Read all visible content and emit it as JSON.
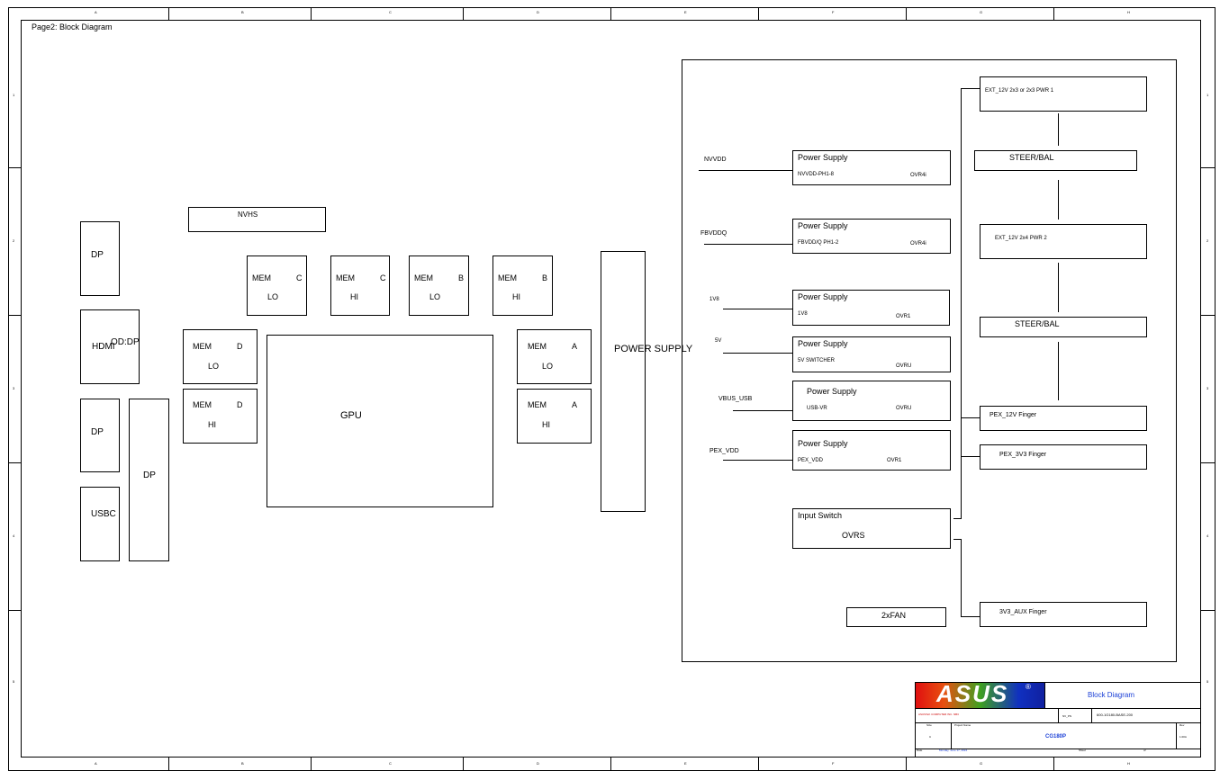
{
  "page_title": "Page2: Block Diagram",
  "frame": {
    "col_labels": [
      "A",
      "B",
      "C",
      "D",
      "E",
      "F",
      "G",
      "H"
    ],
    "row_labels": [
      "1",
      "2",
      "3",
      "4",
      "5"
    ]
  },
  "left": {
    "dp1": "DP",
    "hdmi": "HDMI",
    "od_dp": "OD:DP",
    "dp2": "DP",
    "dp3": "DP",
    "usbc": "USBC",
    "nvhs": "NVHS",
    "gpu": "GPU",
    "power_supply": "POWER SUPPLY",
    "mem": {
      "c_lo": {
        "m": "MEM",
        "ch": "C",
        "lvl": "LO"
      },
      "c_hi": {
        "m": "MEM",
        "ch": "C",
        "lvl": "HI"
      },
      "b_lo": {
        "m": "MEM",
        "ch": "B",
        "lvl": "LO"
      },
      "b_hi": {
        "m": "MEM",
        "ch": "B",
        "lvl": "HI"
      },
      "d_lo": {
        "m": "MEM",
        "ch": "D",
        "lvl": "LO"
      },
      "d_hi": {
        "m": "MEM",
        "ch": "D",
        "lvl": "HI"
      },
      "a_lo": {
        "m": "MEM",
        "ch": "A",
        "lvl": "LO"
      },
      "a_hi": {
        "m": "MEM",
        "ch": "A",
        "lvl": "HI"
      }
    }
  },
  "power": {
    "rails": [
      {
        "net": "NVVDD",
        "title": "Power Supply",
        "sub": "NVVDD-PH1-8",
        "ctrl": "OVR4i"
      },
      {
        "net": "FBVDDQ",
        "title": "Power Supply",
        "sub": "FBVDD/Q PH1-2",
        "ctrl": "OVR4i"
      },
      {
        "net": "1V8",
        "title": "Power Supply",
        "sub": "1V8",
        "ctrl": "OVR1"
      },
      {
        "net": "5V",
        "title": "Power Supply",
        "sub": "5V SWITCHER",
        "ctrl": "OVRU"
      },
      {
        "net": "VBUS_USB",
        "title": "Power Supply",
        "sub": "USB-VR",
        "ctrl": "OVRU"
      },
      {
        "net": "PEX_VDD",
        "title": "Power Supply",
        "sub": "PEX_VDD",
        "ctrl": "OVR1"
      }
    ],
    "input_switch": {
      "title": "Input Switch",
      "ctrl": "OVRS"
    },
    "fan": "2xFAN",
    "inputs": {
      "ext1": "EXT_12V 2x3 or 2x3 PWR 1",
      "steer1": "STEER/BAL",
      "ext2": "EXT_12V 2x4 PWR 2",
      "steer2": "STEER/BAL",
      "pex12": "PEX_12V Finger",
      "pex33": "PEX_3V3 Finger",
      "aux": "3V3_AUX Finger"
    }
  },
  "title_block": {
    "logo": "ASUS",
    "reg": "®",
    "company": "ASUSTeK COMPUTER INC. NB3",
    "title": "Block Diagram",
    "nv_pn_label": "NV_PN",
    "nv_pn": "600-1G180-BASE-200",
    "size_label": "Size",
    "size": "C",
    "project_label": "Project Name",
    "project": "CG180P",
    "rev_label": "Rev",
    "rev": "1.00A",
    "date_label": "Date",
    "date": "Monday, June 17, 2024",
    "sheet_label": "Sheet",
    "sheet_of": "of"
  },
  "colors": {
    "line": "#000000",
    "accent_blue": "#1a3fd6",
    "logo_red": "#e01010",
    "logo_blue": "#1030c0"
  }
}
